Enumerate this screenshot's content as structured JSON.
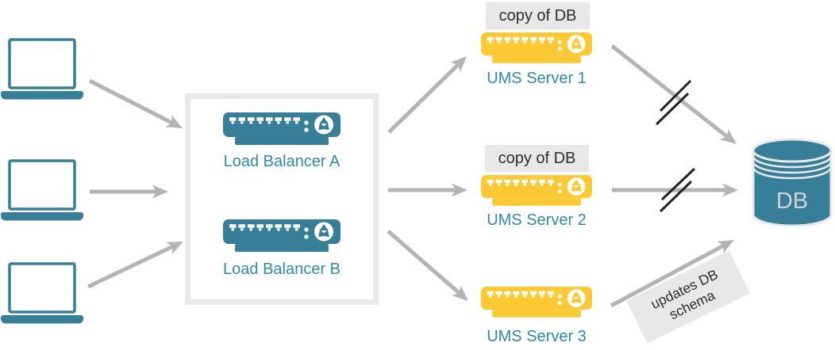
{
  "clients": [
    {
      "icon": "laptop-icon"
    },
    {
      "icon": "laptop-icon"
    },
    {
      "icon": "laptop-icon"
    }
  ],
  "load_balancers": [
    {
      "label": "Load Balancer A",
      "icon": "server-icon"
    },
    {
      "label": "Load Balancer B",
      "icon": "server-icon"
    }
  ],
  "ums": [
    {
      "label": "UMS Server 1",
      "badge": "copy of DB",
      "icon": "server-icon"
    },
    {
      "label": "UMS Server 2",
      "badge": "copy of DB",
      "icon": "server-icon"
    },
    {
      "label": "UMS Server 3",
      "badge": "",
      "icon": "server-icon"
    }
  ],
  "database": {
    "label": "DB",
    "icon": "database-cylinder-icon"
  },
  "annotations": {
    "schema_note": "updates DB schema"
  },
  "colors": {
    "teal": "#377f99",
    "yellow": "#fbc933",
    "teal_text": "#2e8aab",
    "arrow_gray": "#b4b4b4",
    "label_bg": "#e8e8e8",
    "box_border": "#e9e9e9",
    "dark_text": "#2d2d2d",
    "slash_dark": "#222222",
    "db_text": "#d0d3d4"
  }
}
